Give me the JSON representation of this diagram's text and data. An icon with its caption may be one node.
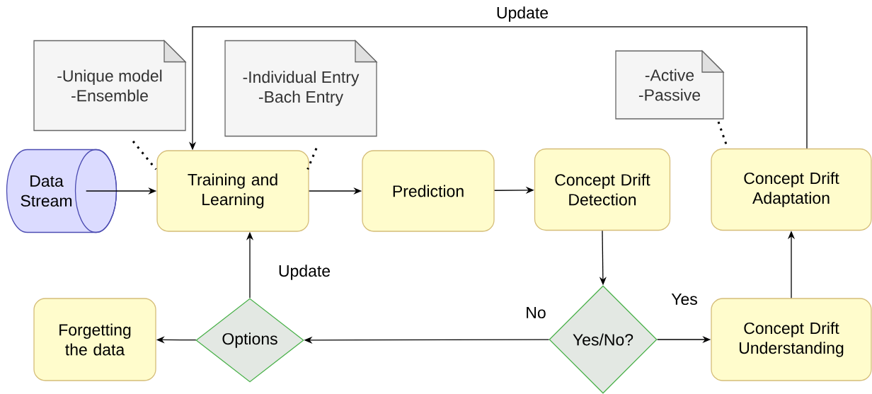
{
  "diagram": {
    "nodes": [
      {
        "text": [
          "-Unique model",
          "-Ensemble"
        ]
      },
      {
        "text": [
          "-Individual Entry",
          "-Bach Entry"
        ]
      },
      {
        "text": [
          "-Active",
          "-Passive"
        ]
      },
      {
        "text": [
          "Data Stream"
        ]
      },
      {
        "text": [
          "Training and Learning"
        ]
      },
      {
        "text": [
          "Prediction"
        ]
      },
      {
        "text": [
          "Concept Drift Detection"
        ]
      },
      {
        "text": [
          "Concept Drift Adaptation"
        ]
      },
      {
        "text": [
          "Forgetting the data"
        ]
      },
      {
        "text": [
          "Options"
        ]
      },
      {
        "text": [
          "Yes/No?"
        ]
      },
      {
        "text": [
          "Concept Drift Understanding"
        ]
      }
    ],
    "edges": [
      {
        "from": 3,
        "to": 4,
        "arrow": "to"
      },
      {
        "from": 4,
        "to": 5,
        "arrow": "to"
      },
      {
        "from": 5,
        "to": 6,
        "arrow": "to"
      },
      {
        "from": 6,
        "to": 10,
        "arrow": "to"
      },
      {
        "from": 10,
        "to": 9,
        "arrow": "to",
        "label": "No"
      },
      {
        "from": 10,
        "to": 11,
        "arrow": "to",
        "label": "Yes"
      },
      {
        "from": 11,
        "to": 7,
        "arrow": "to"
      },
      {
        "from": 7,
        "to": 4,
        "arrow": "to",
        "label": "Update"
      },
      {
        "from": 9,
        "to": 4,
        "arrow": "to",
        "label": "Update"
      },
      {
        "from": 9,
        "to": 8,
        "arrow": "to"
      },
      {
        "from": 0,
        "to": 4,
        "arrow": "none",
        "style": "dashed"
      },
      {
        "from": 1,
        "to": 4,
        "arrow": "none",
        "style": "dashed"
      },
      {
        "from": 2,
        "to": 7,
        "arrow": "none",
        "style": "dashed"
      }
    ]
  }
}
